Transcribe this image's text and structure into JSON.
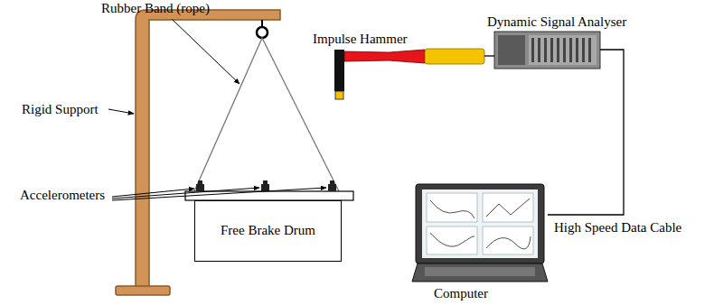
{
  "diagram": {
    "nodes": [
      {
        "text": [
          "Free Brake Drum"
        ]
      },
      {
        "text": [
          "Impulse Hammer"
        ]
      },
      {
        "text": [
          "Dynamic Signal Analyser"
        ]
      },
      {
        "text": [
          "Computer"
        ]
      }
    ],
    "edges": [
      {
        "from": 1,
        "to": 2,
        "arrow": "none"
      },
      {
        "from": 2,
        "to": 3,
        "label": "High Speed Data Cable",
        "arrow": "none"
      }
    ],
    "labels": [
      "Rubber Band (rope)",
      "Rigid Support",
      "Accelerometers"
    ]
  }
}
